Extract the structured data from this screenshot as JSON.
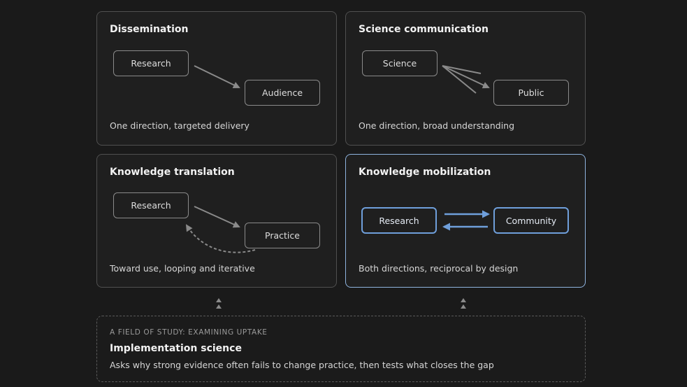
{
  "cards": [
    {
      "title": "Dissemination",
      "nodes": [
        "Research",
        "Audience"
      ],
      "caption": "One direction, targeted delivery"
    },
    {
      "title": "Science communication",
      "nodes": [
        "Science",
        "Public"
      ],
      "caption": "One direction, broad understanding"
    },
    {
      "title": "Knowledge translation",
      "nodes": [
        "Research",
        "Practice"
      ],
      "caption": "Toward use, looping and iterative"
    },
    {
      "title": "Knowledge mobilization",
      "nodes": [
        "Research",
        "Community"
      ],
      "caption": "Both directions, reciprocal by design"
    }
  ],
  "field": {
    "eyebrow": "A FIELD OF STUDY: EXAMINING UPTAKE",
    "title": "Implementation science",
    "description": "Asks why strong evidence often fails to change practice, then tests what closes the gap"
  },
  "colors": {
    "accent": "#6f9fdb",
    "highlight_border": "#8fb4df",
    "arrow_gray": "#8a8a8a"
  }
}
